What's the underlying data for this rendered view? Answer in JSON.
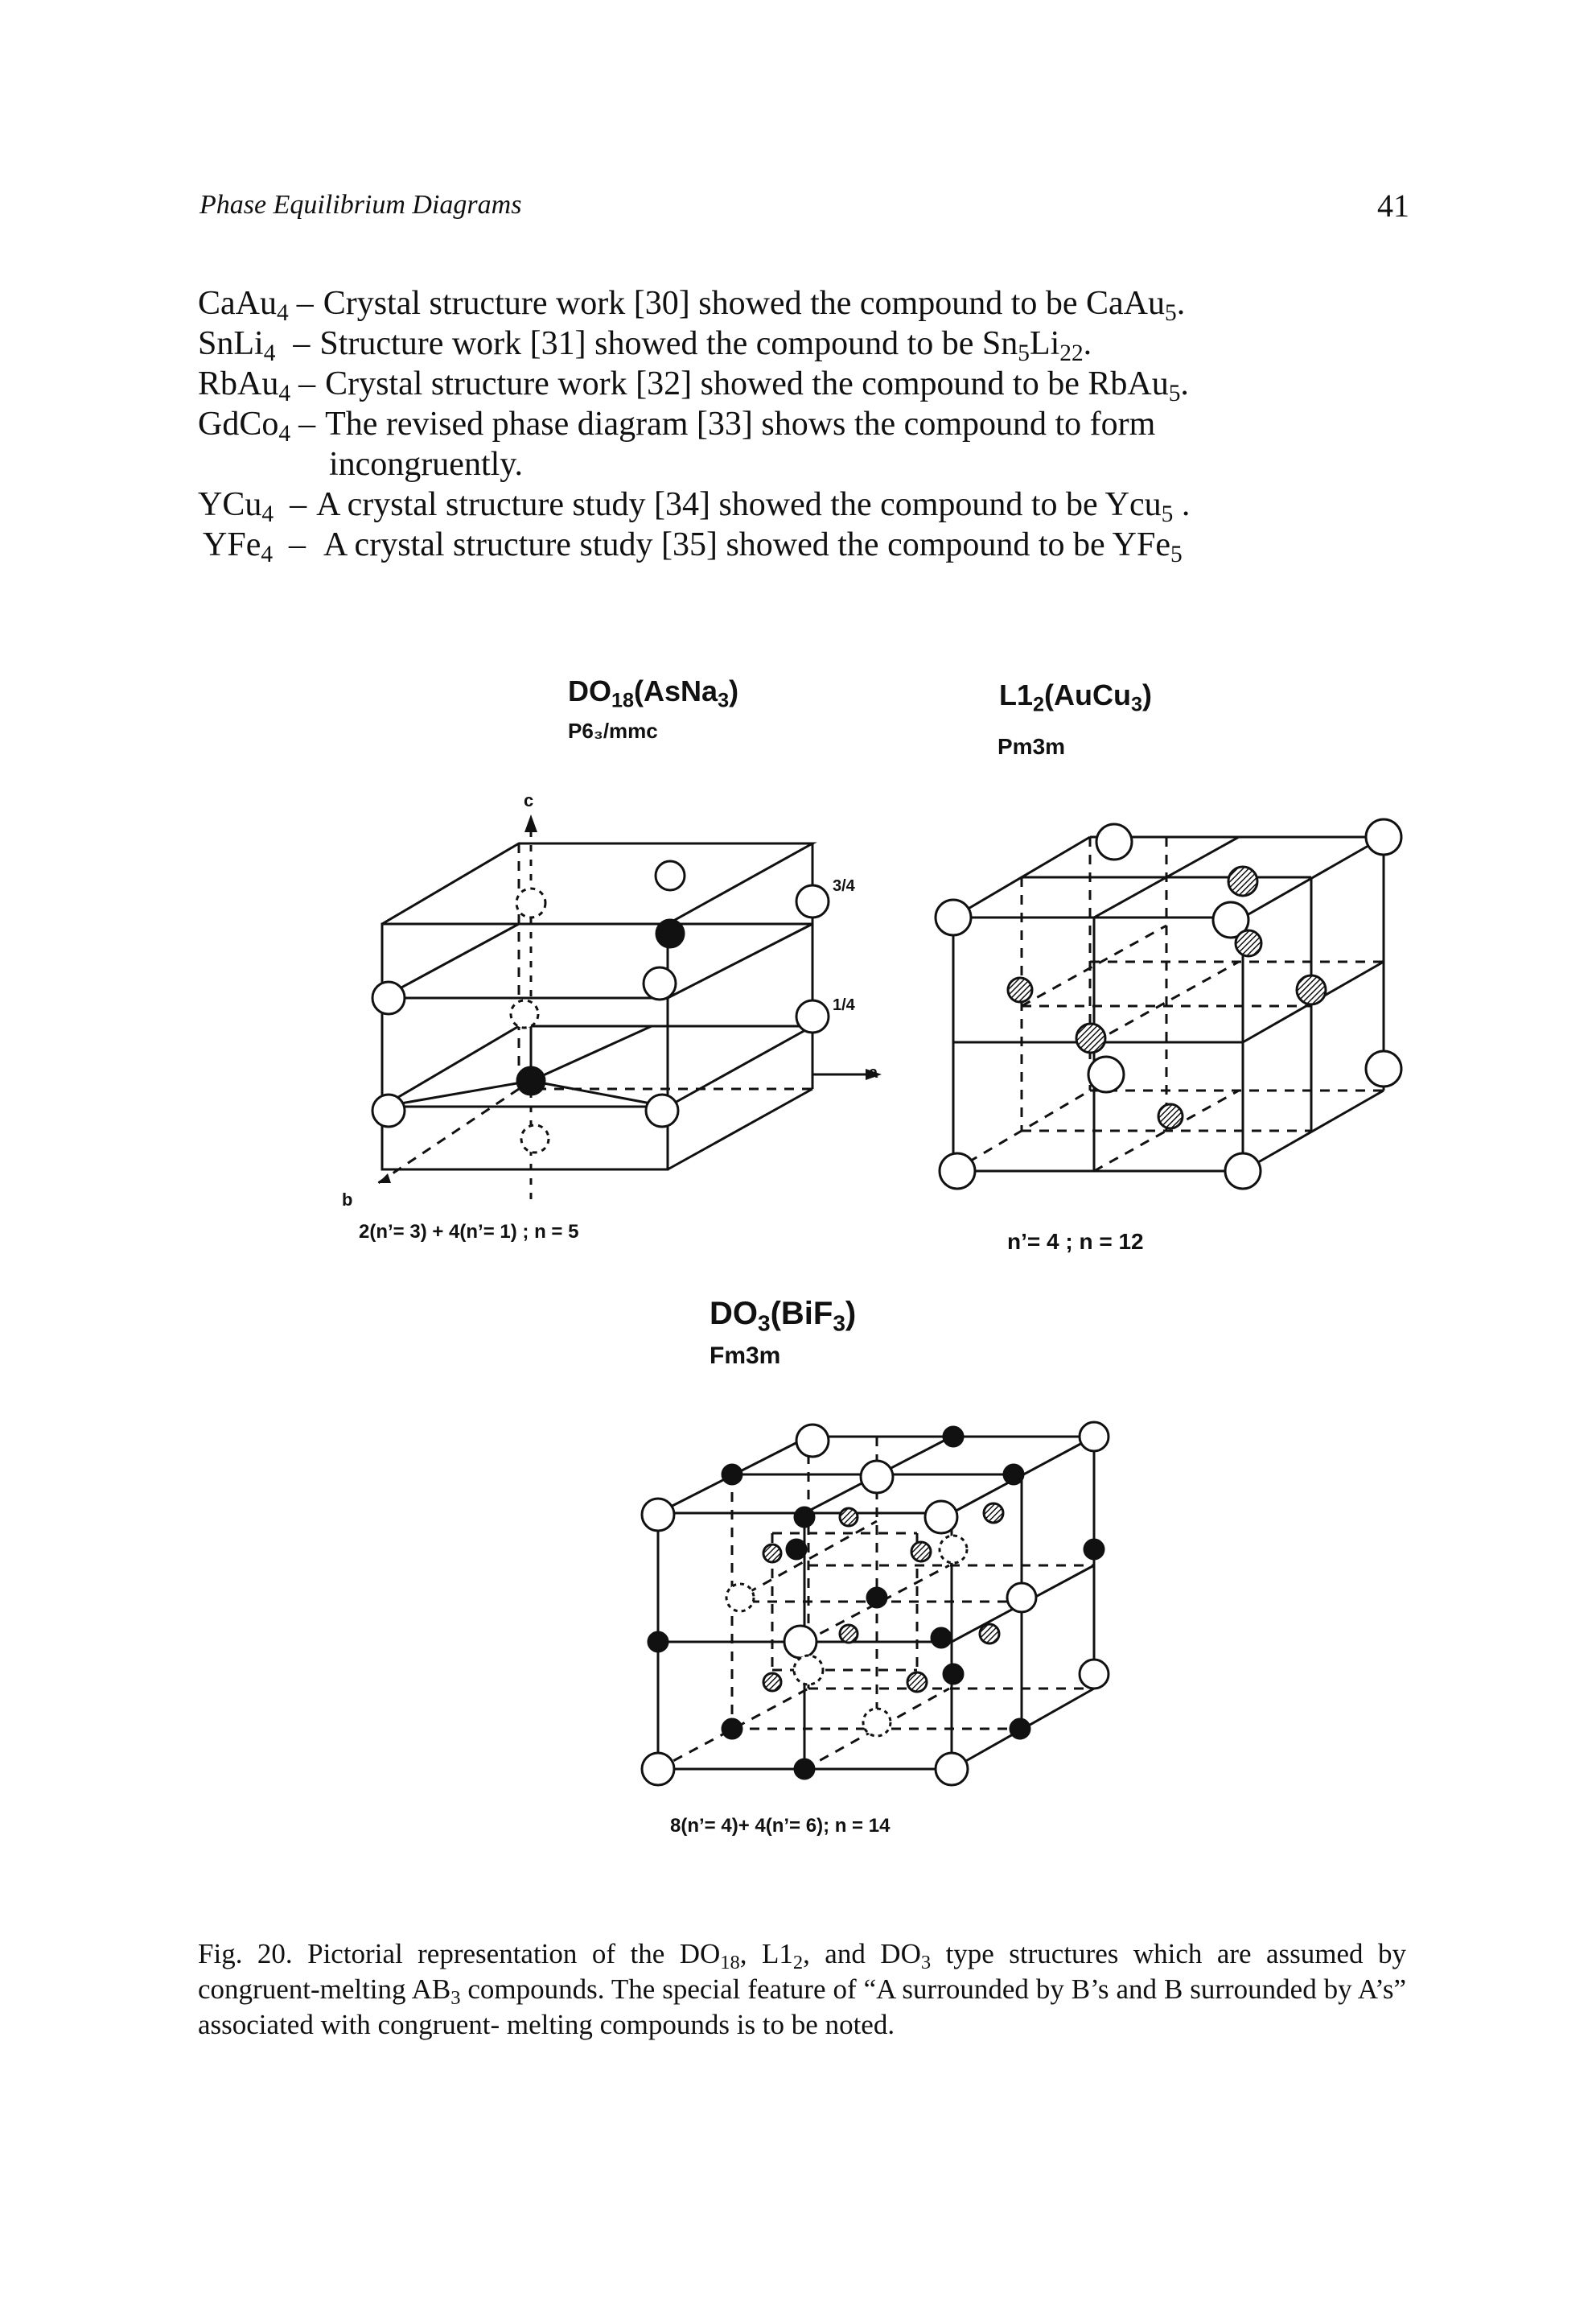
{
  "header": {
    "running_title": "Phase Equilibrium Diagrams",
    "page_number": "41"
  },
  "entries": [
    {
      "compound": "CaAu",
      "sub": "4",
      "note_parts": [
        "Crystal structure work [30] showed the compound to be CaAu",
        "5",
        "."
      ]
    },
    {
      "compound": "SnLi",
      "sub": "4",
      "note_parts": [
        "Structure work [31] showed the compound to be Sn",
        "5",
        "Li",
        "22",
        "."
      ]
    },
    {
      "compound": "RbAu",
      "sub": "4",
      "note_parts": [
        "Crystal structure work [32] showed the compound to be RbAu",
        "5",
        "."
      ]
    },
    {
      "compound": "GdCo",
      "sub": "4",
      "note_parts": [
        "The revised phase diagram [33] shows the compound to form"
      ]
    },
    {
      "continuation": "incongruently."
    },
    {
      "compound": "YCu",
      "sub": "4",
      "note_parts": [
        "A crystal structure study [34] showed the compound to be Ycu",
        "5",
        " ."
      ]
    },
    {
      "compound": "YFe",
      "sub": "4",
      "note_parts": [
        "A crystal structure study [35] showed the compound to be YFe",
        "5"
      ]
    }
  ],
  "figure": {
    "do18": {
      "title_parts": [
        "DO",
        "18",
        "(AsNa",
        "3",
        ")"
      ],
      "space_group": "P6₃/mmc",
      "axis_c": "c",
      "axis_a": "a",
      "axis_b": "b",
      "level_top": "3/4",
      "level_bottom": "1/4",
      "formula": "2(n’= 3) + 4(n’= 1) ; n = 5"
    },
    "l12": {
      "title_parts": [
        "L1",
        "2",
        "(AuCu",
        "3",
        ")"
      ],
      "space_group": "Pm3m",
      "formula": "n’= 4 ; n = 12"
    },
    "do3": {
      "title_parts": [
        "DO",
        "3",
        "(BiF",
        "3",
        ")"
      ],
      "space_group": "Fm3m",
      "formula": "8(n’= 4)+ 4(n’= 6); n = 14"
    }
  },
  "caption": {
    "parts": [
      "Fig. 20. Pictorial representation of the DO",
      "18",
      ", L1",
      "2",
      ", and DO",
      "3",
      " type structures which are assumed by congruent-melting AB",
      "3",
      " compounds. The special feature of “A surrounded by B’s and B surrounded by A’s” associated with congruent- melting compounds is to be noted."
    ]
  }
}
